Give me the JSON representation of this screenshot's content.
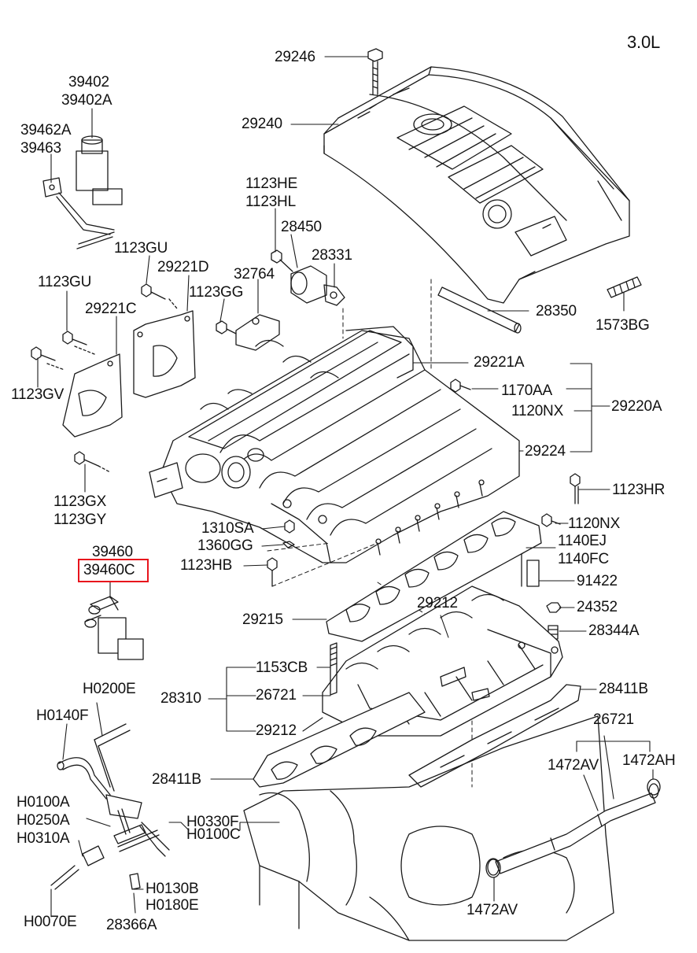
{
  "engine": "3.0L",
  "highlight_color": "#e8141c",
  "highlighted_part": "39460C",
  "parts": {
    "p29246": "29246",
    "p29240": "29240",
    "p39402": "39402",
    "p39402A": "39402A",
    "p39462A": "39462A",
    "p39463": "39463",
    "p1123HE": "1123HE",
    "p1123HL": "1123HL",
    "p28450": "28450",
    "p28331": "28331",
    "p1123GU_a": "1123GU",
    "p29221D": "29221D",
    "p32764": "32764",
    "p1123GG": "1123GG",
    "p1123GU_b": "1123GU",
    "p29221C": "29221C",
    "p28350": "28350",
    "p1573BG": "1573BG",
    "p1123GV": "1123GV",
    "p29221A": "29221A",
    "p1170AA": "1170AA",
    "p1120NX_a": "1120NX",
    "p29220A": "29220A",
    "p29224": "29224",
    "p1123GX": "1123GX",
    "p1123GY": "1123GY",
    "p1123HR": "1123HR",
    "p1310SA": "1310SA",
    "p1120NX_b": "1120NX",
    "p1360GG": "1360GG",
    "p1140EJ": "1140EJ",
    "p39460": "39460",
    "p1140FC": "1140FC",
    "p39460C": "39460C",
    "p1123HB": "1123HB",
    "p91422": "91422",
    "p29212_a": "29212",
    "p24352": "24352",
    "p29215": "29215",
    "p28344A": "28344A",
    "p1153CB": "1153CB",
    "p28411B_a": "28411B",
    "pH0200E": "H0200E",
    "p28310": "28310",
    "p26721_a": "26721",
    "pH0140F": "H0140F",
    "p29212_b": "29212",
    "p26721_b": "26721",
    "p1472AV_a": "1472AV",
    "p1472AH": "1472AH",
    "p28411B_b": "28411B",
    "pH0100A": "H0100A",
    "pH0250A": "H0250A",
    "pH0330F": "H0330F",
    "pH0310A": "H0310A",
    "pH0100C": "H0100C",
    "pH0130B": "H0130B",
    "pH0180E": "H0180E",
    "pH0070E": "H0070E",
    "p28366A": "28366A",
    "p1472AV_b": "1472AV"
  }
}
